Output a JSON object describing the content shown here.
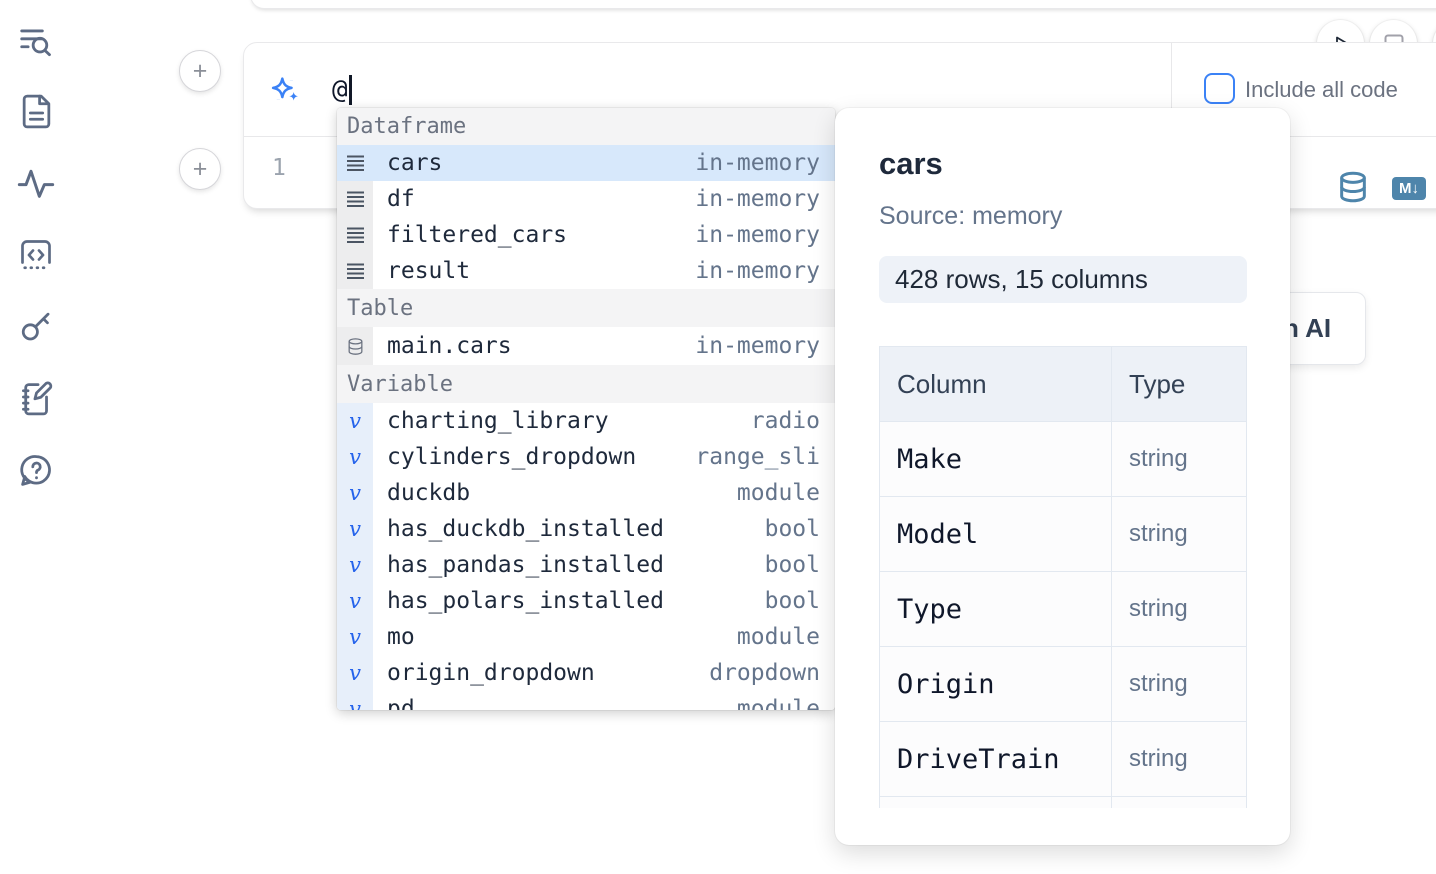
{
  "colors": {
    "accent_blue": "#3b82f6",
    "selection_blue": "#d7e8fb",
    "steel_blue": "#4e85ab",
    "sidebar_icon": "#5d6b84",
    "muted_text": "#6b7280"
  },
  "icons": {
    "sidebar": [
      "toc-search-icon",
      "document-icon",
      "activity-icon",
      "code-block-icon",
      "key-icon",
      "scratchpad-icon",
      "help-icon"
    ],
    "run_controls": [
      "play-icon",
      "stop-icon",
      "partial-circle-icon"
    ],
    "plus_glyph": "+",
    "markdown_badge": "M↓",
    "variable_glyph": "v",
    "sparkle": "sparkle-ai-icon",
    "dataframe_row": "rows-icon",
    "table_row": "database-icon"
  },
  "ai_panel": {
    "prompt_value": "@",
    "include_all_code_label": "Include all code",
    "include_all_code_checked": false
  },
  "editor_cell": {
    "line_number": "1"
  },
  "completion": {
    "sections": [
      {
        "label": "Dataframe",
        "items": [
          {
            "name": "cars",
            "detail": "in-memory",
            "selected": true
          },
          {
            "name": "df",
            "detail": "in-memory"
          },
          {
            "name": "filtered_cars",
            "detail": "in-memory"
          },
          {
            "name": "result",
            "detail": "in-memory"
          }
        ]
      },
      {
        "label": "Table",
        "items": [
          {
            "name": "main.cars",
            "detail": "in-memory"
          }
        ]
      },
      {
        "label": "Variable",
        "items": [
          {
            "name": "charting_library",
            "detail": "radio"
          },
          {
            "name": "cylinders_dropdown",
            "detail": "range_sli"
          },
          {
            "name": "duckdb",
            "detail": "module"
          },
          {
            "name": "has_duckdb_installed",
            "detail": "bool"
          },
          {
            "name": "has_pandas_installed",
            "detail": "bool"
          },
          {
            "name": "has_polars_installed",
            "detail": "bool"
          },
          {
            "name": "mo",
            "detail": "module"
          },
          {
            "name": "origin_dropdown",
            "detail": "dropdown"
          },
          {
            "name": "pd",
            "detail": "module",
            "partial": true
          }
        ]
      }
    ]
  },
  "preview": {
    "title": "cars",
    "source": "Source: memory",
    "shape_badge": "428 rows, 15 columns",
    "table": {
      "headers": [
        "Column",
        "Type"
      ],
      "rows": [
        [
          "Make",
          "string"
        ],
        [
          "Model",
          "string"
        ],
        [
          "Type",
          "string"
        ],
        [
          "Origin",
          "string"
        ],
        [
          "DriveTrain",
          "string"
        ]
      ]
    }
  },
  "ai_button": {
    "visible_label": "h AI"
  }
}
